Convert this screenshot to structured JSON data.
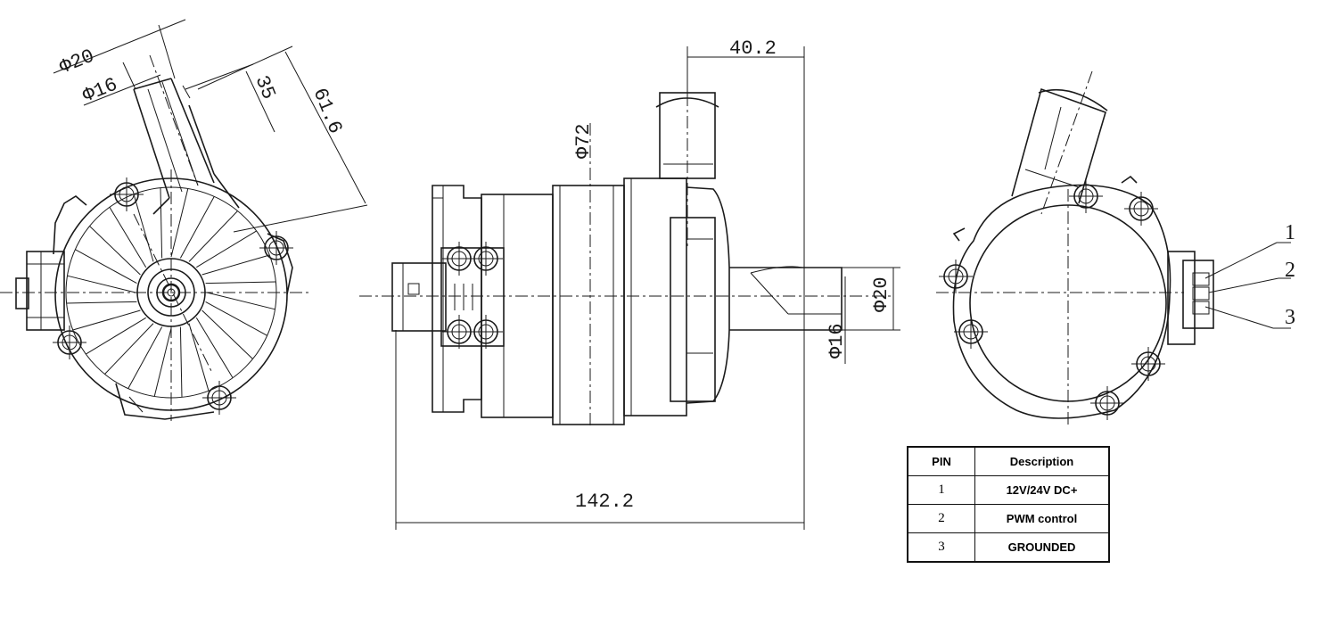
{
  "dimensions": {
    "dia_20_left": "Φ20",
    "dia_16_left": "Φ16",
    "len_35": "35",
    "len_616": "61.6",
    "dia_72": "Φ72",
    "len_402": "40.2",
    "dia_20_right": "Φ20",
    "dia_16_right": "Φ16",
    "len_1422": "142.2"
  },
  "pin_callouts": [
    "1",
    "2",
    "3"
  ],
  "pin_table": {
    "headers": {
      "pin": "PIN",
      "description": "Description"
    },
    "rows": [
      {
        "pin": "1",
        "description": "12V/24V DC+"
      },
      {
        "pin": "2",
        "description": "PWM control"
      },
      {
        "pin": "3",
        "description": "GROUNDED"
      }
    ]
  }
}
